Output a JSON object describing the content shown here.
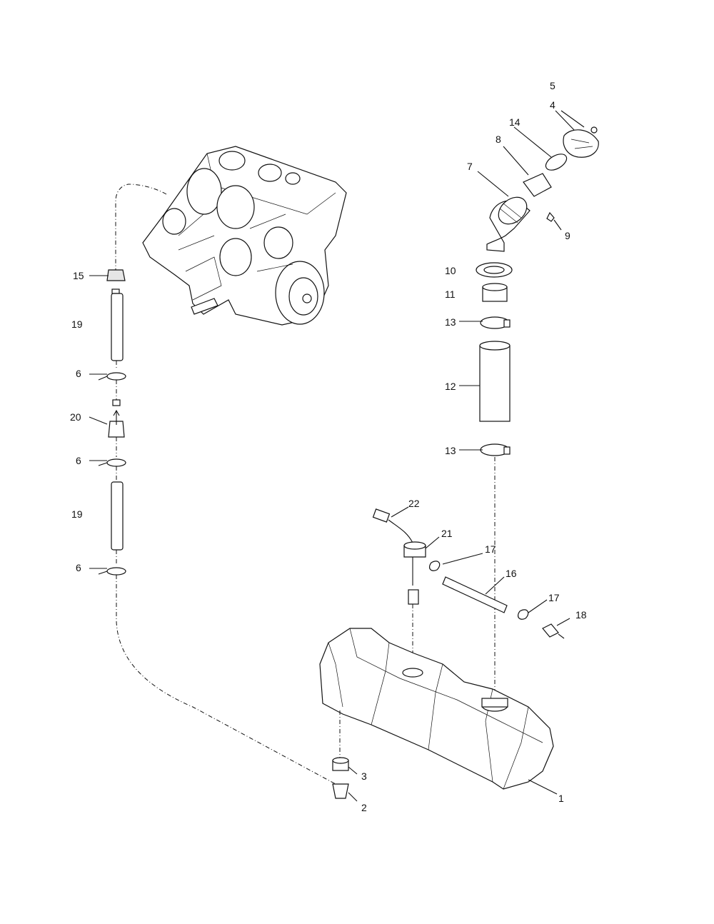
{
  "diagram": {
    "callouts": [
      {
        "id": "c1",
        "text": "1"
      },
      {
        "id": "c2",
        "text": "2"
      },
      {
        "id": "c3",
        "text": "3"
      },
      {
        "id": "c4",
        "text": "4"
      },
      {
        "id": "c5",
        "text": "5"
      },
      {
        "id": "c6a",
        "text": "6"
      },
      {
        "id": "c6b",
        "text": "6"
      },
      {
        "id": "c6c",
        "text": "6"
      },
      {
        "id": "c7",
        "text": "7"
      },
      {
        "id": "c8",
        "text": "8"
      },
      {
        "id": "c9",
        "text": "9"
      },
      {
        "id": "c10",
        "text": "10"
      },
      {
        "id": "c11",
        "text": "11"
      },
      {
        "id": "c12",
        "text": "12"
      },
      {
        "id": "c13a",
        "text": "13"
      },
      {
        "id": "c13b",
        "text": "13"
      },
      {
        "id": "c14",
        "text": "14"
      },
      {
        "id": "c15",
        "text": "15"
      },
      {
        "id": "c16",
        "text": "16"
      },
      {
        "id": "c17a",
        "text": "17"
      },
      {
        "id": "c17b",
        "text": "17"
      },
      {
        "id": "c18",
        "text": "18"
      },
      {
        "id": "c19a",
        "text": "19"
      },
      {
        "id": "c19b",
        "text": "19"
      },
      {
        "id": "c20",
        "text": "20"
      },
      {
        "id": "c21",
        "text": "21"
      },
      {
        "id": "c22",
        "text": "22"
      }
    ]
  }
}
